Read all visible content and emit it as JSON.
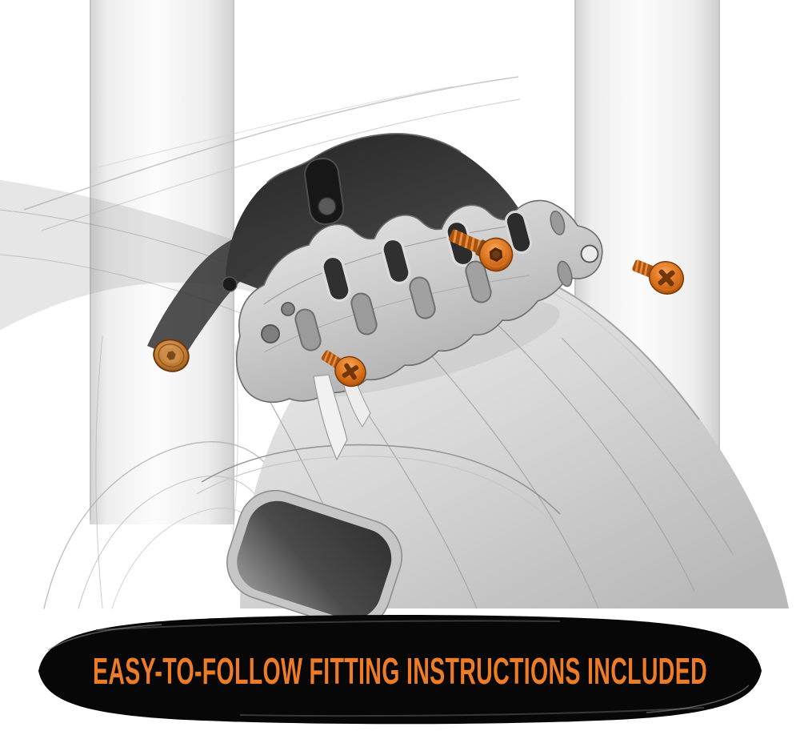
{
  "page": {
    "background": "#ffffff",
    "kind": "product fitting diagram"
  },
  "banner": {
    "text": "EASY-TO-FOLLOW FITTING INSTRUCTIONS INCLUDED",
    "text_color": "#EE7C26",
    "background_color": "#070707"
  },
  "illustration": {
    "subject": "Exploded CAD view of a mudguard mounting bracket fitted between bicycle suspension fork legs",
    "colors": {
      "hardware_orange": "#D96F1E",
      "bracket_silver": "#C9C9C9",
      "clip_dark": "#2B2B2B",
      "fender_gray": "#D4D4D4",
      "ghost_translucent": "#E9E9E9"
    },
    "parts": [
      {
        "name": "left-fork-stanchion"
      },
      {
        "name": "right-fork-stanchion"
      },
      {
        "name": "front-tyre-ghost"
      },
      {
        "name": "mudguard-body"
      },
      {
        "name": "mudguard-vent-opening"
      },
      {
        "name": "dark-mounting-clip"
      },
      {
        "name": "clip-arm"
      },
      {
        "name": "alloy-bracket-plate"
      },
      {
        "name": "socket-head-bolt"
      },
      {
        "name": "phillips-screw-middle"
      },
      {
        "name": "phillips-screw-right"
      },
      {
        "name": "orange-washer-left"
      }
    ]
  }
}
